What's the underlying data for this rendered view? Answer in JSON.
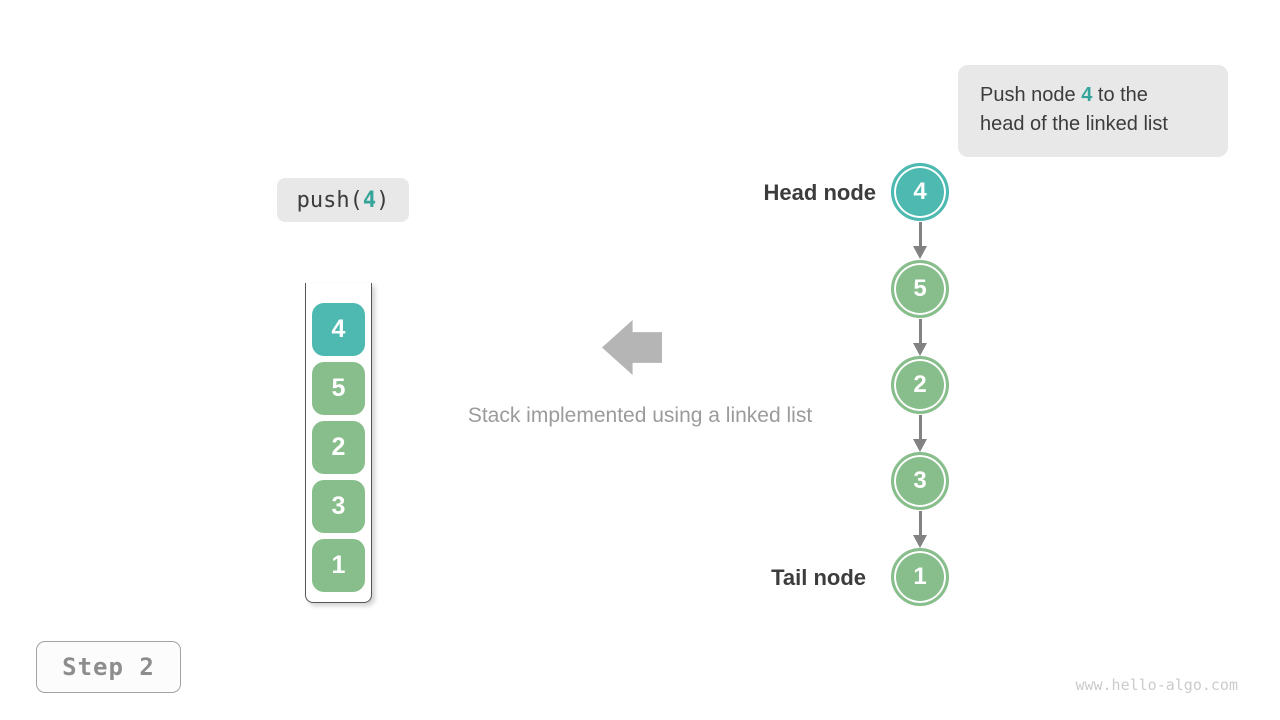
{
  "colors": {
    "teal": "#4db9b1",
    "teal-text": "#35a49b",
    "green": "#87be8b",
    "box-bg": "#e8e8e8",
    "dark-text": "#3c3c3c",
    "muted-text": "#9b9b9b",
    "arrow-gray": "#b5b5b5",
    "connector-gray": "#828282",
    "step-text": "#8d8d8d",
    "watermark-text": "#cbcbcb"
  },
  "tooltip": {
    "line1_before": "Push node ",
    "highlight_value": "4",
    "line1_after": " to the",
    "line2": "head of the linked list"
  },
  "code_box": {
    "prefix": "push(",
    "value": "4",
    "suffix": ")"
  },
  "stack": {
    "items": [
      {
        "value": "4"
      },
      {
        "value": "5"
      },
      {
        "value": "2"
      },
      {
        "value": "3"
      },
      {
        "value": "1"
      }
    ]
  },
  "caption": {
    "text": "Stack implemented using a linked list"
  },
  "linked_list": {
    "head_label": "Head node",
    "tail_label": "Tail node",
    "nodes": [
      {
        "value": "4"
      },
      {
        "value": "5"
      },
      {
        "value": "2"
      },
      {
        "value": "3"
      },
      {
        "value": "1"
      }
    ]
  },
  "step_badge": {
    "label": "Step 2"
  },
  "watermark": {
    "text": "www.hello-algo.com"
  }
}
